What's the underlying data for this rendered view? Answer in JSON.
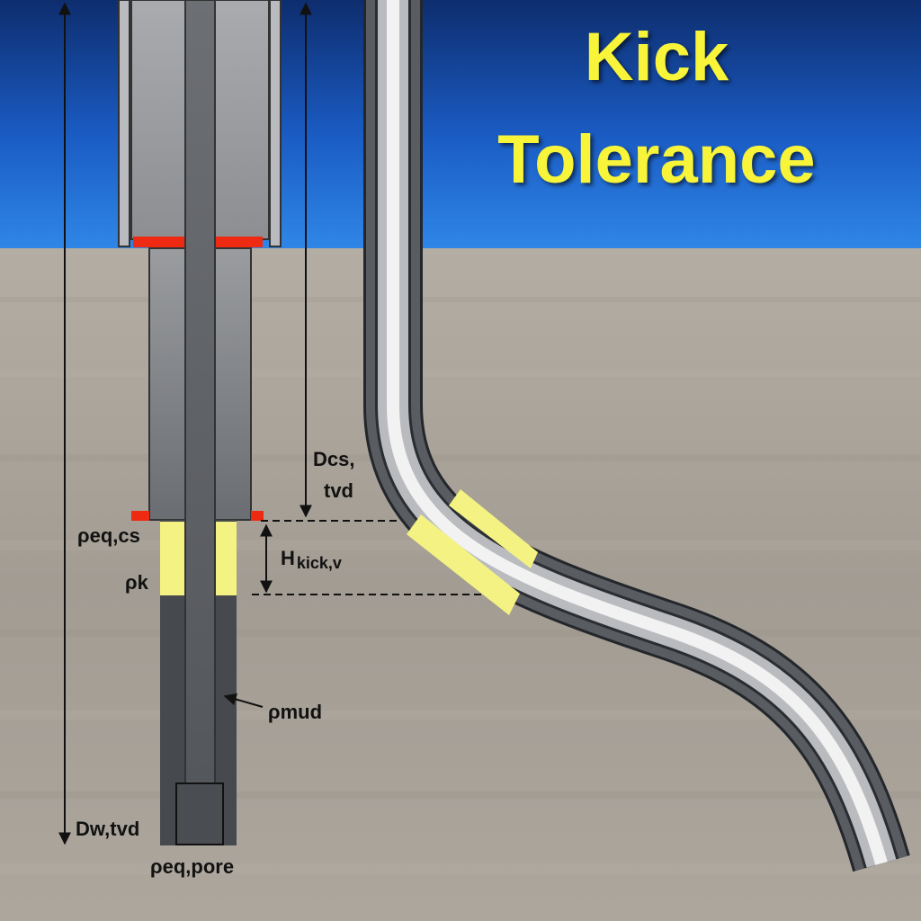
{
  "title": {
    "line1": "Kick",
    "line2": "Tolerance"
  },
  "labels": {
    "dcs_line1": "Dcs,",
    "dcs_line2": "tvd",
    "rho_eq_cs": "ρeq,cs",
    "h_kick_main": "H",
    "h_kick_sub": "kick,v",
    "rho_k": "ρk",
    "rho_mud": "ρmud",
    "dw_tvd": "Dw,tvd",
    "rho_eq_pore": "ρeq,pore"
  },
  "colors": {
    "sea_top": "#0e2d6e",
    "sea_bottom": "#2f86e6",
    "ground": "#a8a299",
    "casing": "#9c9ea1",
    "pipe": "#5d6065",
    "open_hole": "#46494e",
    "casing_shoe": "#ee2a12",
    "kick": "#f4f282",
    "title": "#f7f43a"
  }
}
